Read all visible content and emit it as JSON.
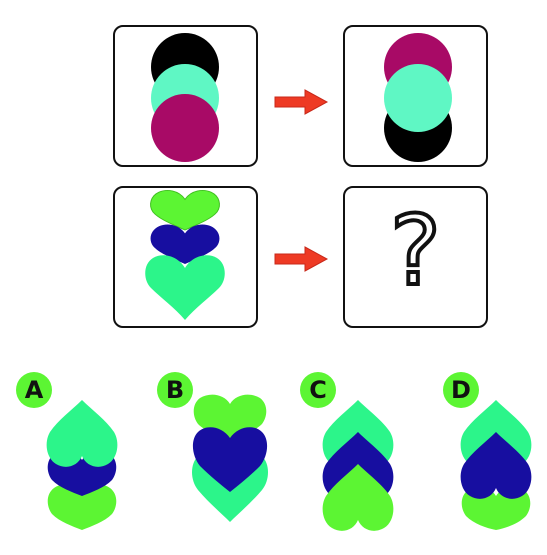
{
  "colors": {
    "black": "#000000",
    "mint": "#5ff7c4",
    "magenta": "#a80a66",
    "lime": "#5cf533",
    "navy": "#170ea0",
    "spring": "#2cf58a",
    "arrow": "#ee3a24",
    "badge": "#5cf533"
  },
  "puzzle": {
    "question_mark": "?"
  },
  "options": [
    {
      "label": "A"
    },
    {
      "label": "B"
    },
    {
      "label": "C"
    },
    {
      "label": "D"
    }
  ]
}
